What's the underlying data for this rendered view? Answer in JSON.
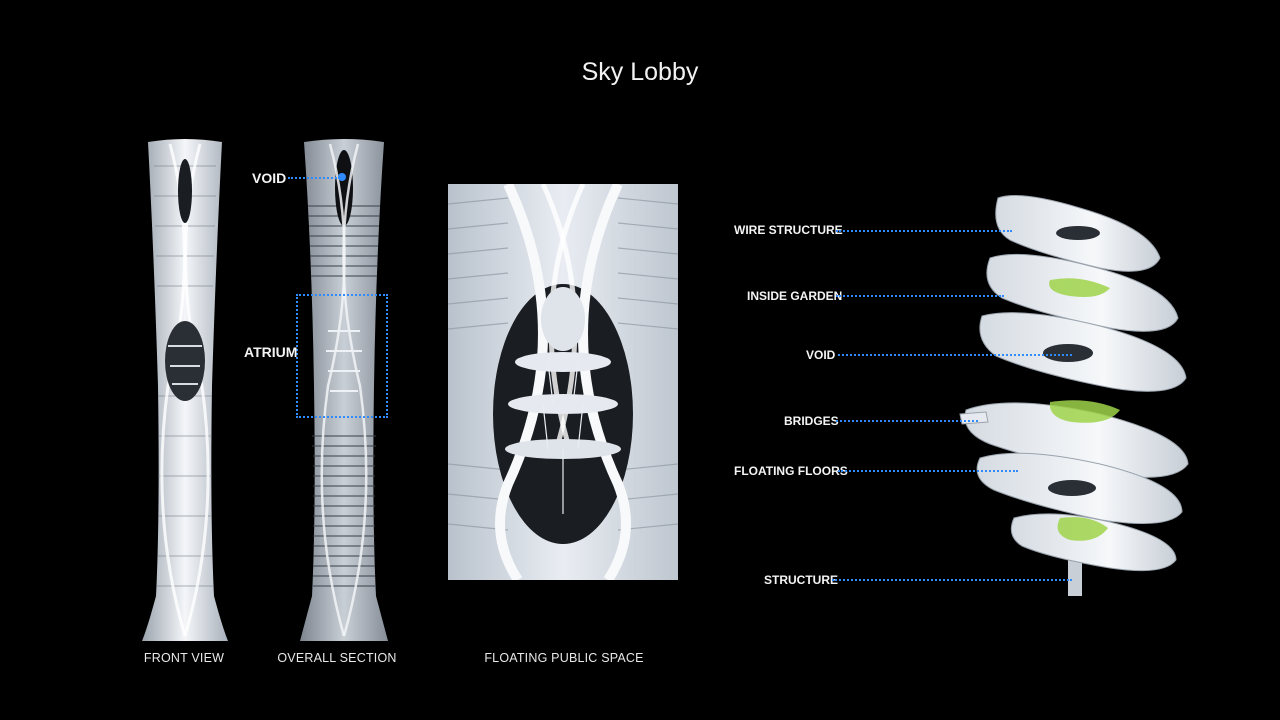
{
  "title": "Sky Lobby",
  "captions": {
    "front_view": "FRONT VIEW",
    "overall_section": "OVERALL SECTION",
    "floating_public_space": "FLOATING PUBLIC SPACE"
  },
  "section_labels": {
    "void": "VOID",
    "atrium": "ATRIUM"
  },
  "exploded_labels": [
    "WIRE STRUCTURE",
    "INSIDE GARDEN",
    "VOID",
    "BRIDGES",
    "FLOATING FLOORS",
    "STRUCTURE"
  ],
  "colors": {
    "background": "#000000",
    "accent_leader": "#2f8bff",
    "structure": "#e9edf3",
    "garden": "#9fd34a"
  }
}
